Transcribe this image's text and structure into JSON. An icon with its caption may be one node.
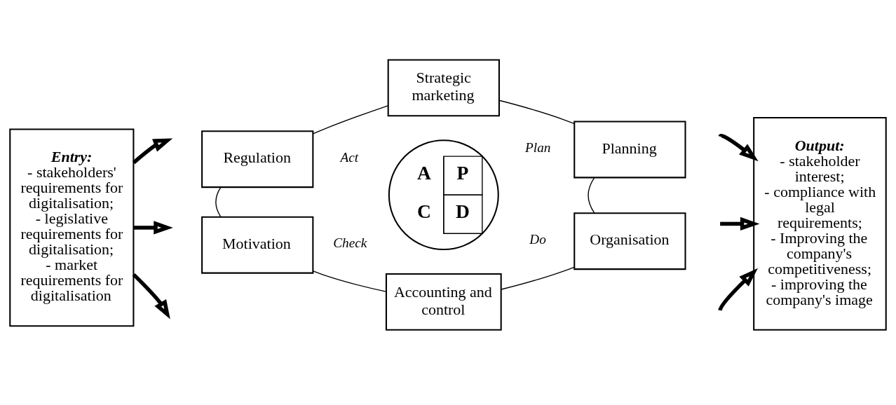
{
  "diagram": {
    "nodes": [
      {
        "text": [
          "Entry:",
          "- stakeholders' requirements for digitalisation;",
          "- legislative requirements for digitalisation;",
          "- market requirements for digitalisation"
        ]
      },
      {
        "text": [
          "Strategic marketing"
        ]
      },
      {
        "text": [
          "Regulation"
        ]
      },
      {
        "text": [
          "Planning"
        ]
      },
      {
        "text": [
          "Motivation"
        ]
      },
      {
        "text": [
          "Organisation"
        ]
      },
      {
        "text": [
          "Accounting and control"
        ]
      },
      {
        "text": [
          "Output:",
          "- stakeholder interest;",
          "- compliance with legal requirements;",
          "- Improving the company's competitiveness;",
          "- improving the company's image"
        ]
      },
      {
        "text": [
          "A",
          "P",
          "C",
          "D"
        ],
        "beside": [
          "Act",
          "Plan",
          "Check",
          "Do"
        ]
      }
    ],
    "edges": [
      {
        "from": 0,
        "to": null,
        "arrow": "to",
        "style": "thick"
      },
      {
        "from": 0,
        "to": null,
        "arrow": "to",
        "style": "thick"
      },
      {
        "from": 0,
        "to": null,
        "arrow": "to",
        "style": "thick"
      },
      {
        "from": null,
        "to": 7,
        "arrow": "to",
        "style": "thick"
      },
      {
        "from": null,
        "to": 7,
        "arrow": "to",
        "style": "thick"
      },
      {
        "from": null,
        "to": 7,
        "arrow": "to",
        "style": "thick"
      },
      {
        "from": 2,
        "to": 1,
        "arrow": "none"
      },
      {
        "from": 1,
        "to": 3,
        "arrow": "none"
      },
      {
        "from": 3,
        "to": 5,
        "arrow": "none"
      },
      {
        "from": 5,
        "to": 6,
        "arrow": "none"
      },
      {
        "from": 6,
        "to": 4,
        "arrow": "none"
      },
      {
        "from": 4,
        "to": 2,
        "arrow": "none"
      }
    ]
  }
}
